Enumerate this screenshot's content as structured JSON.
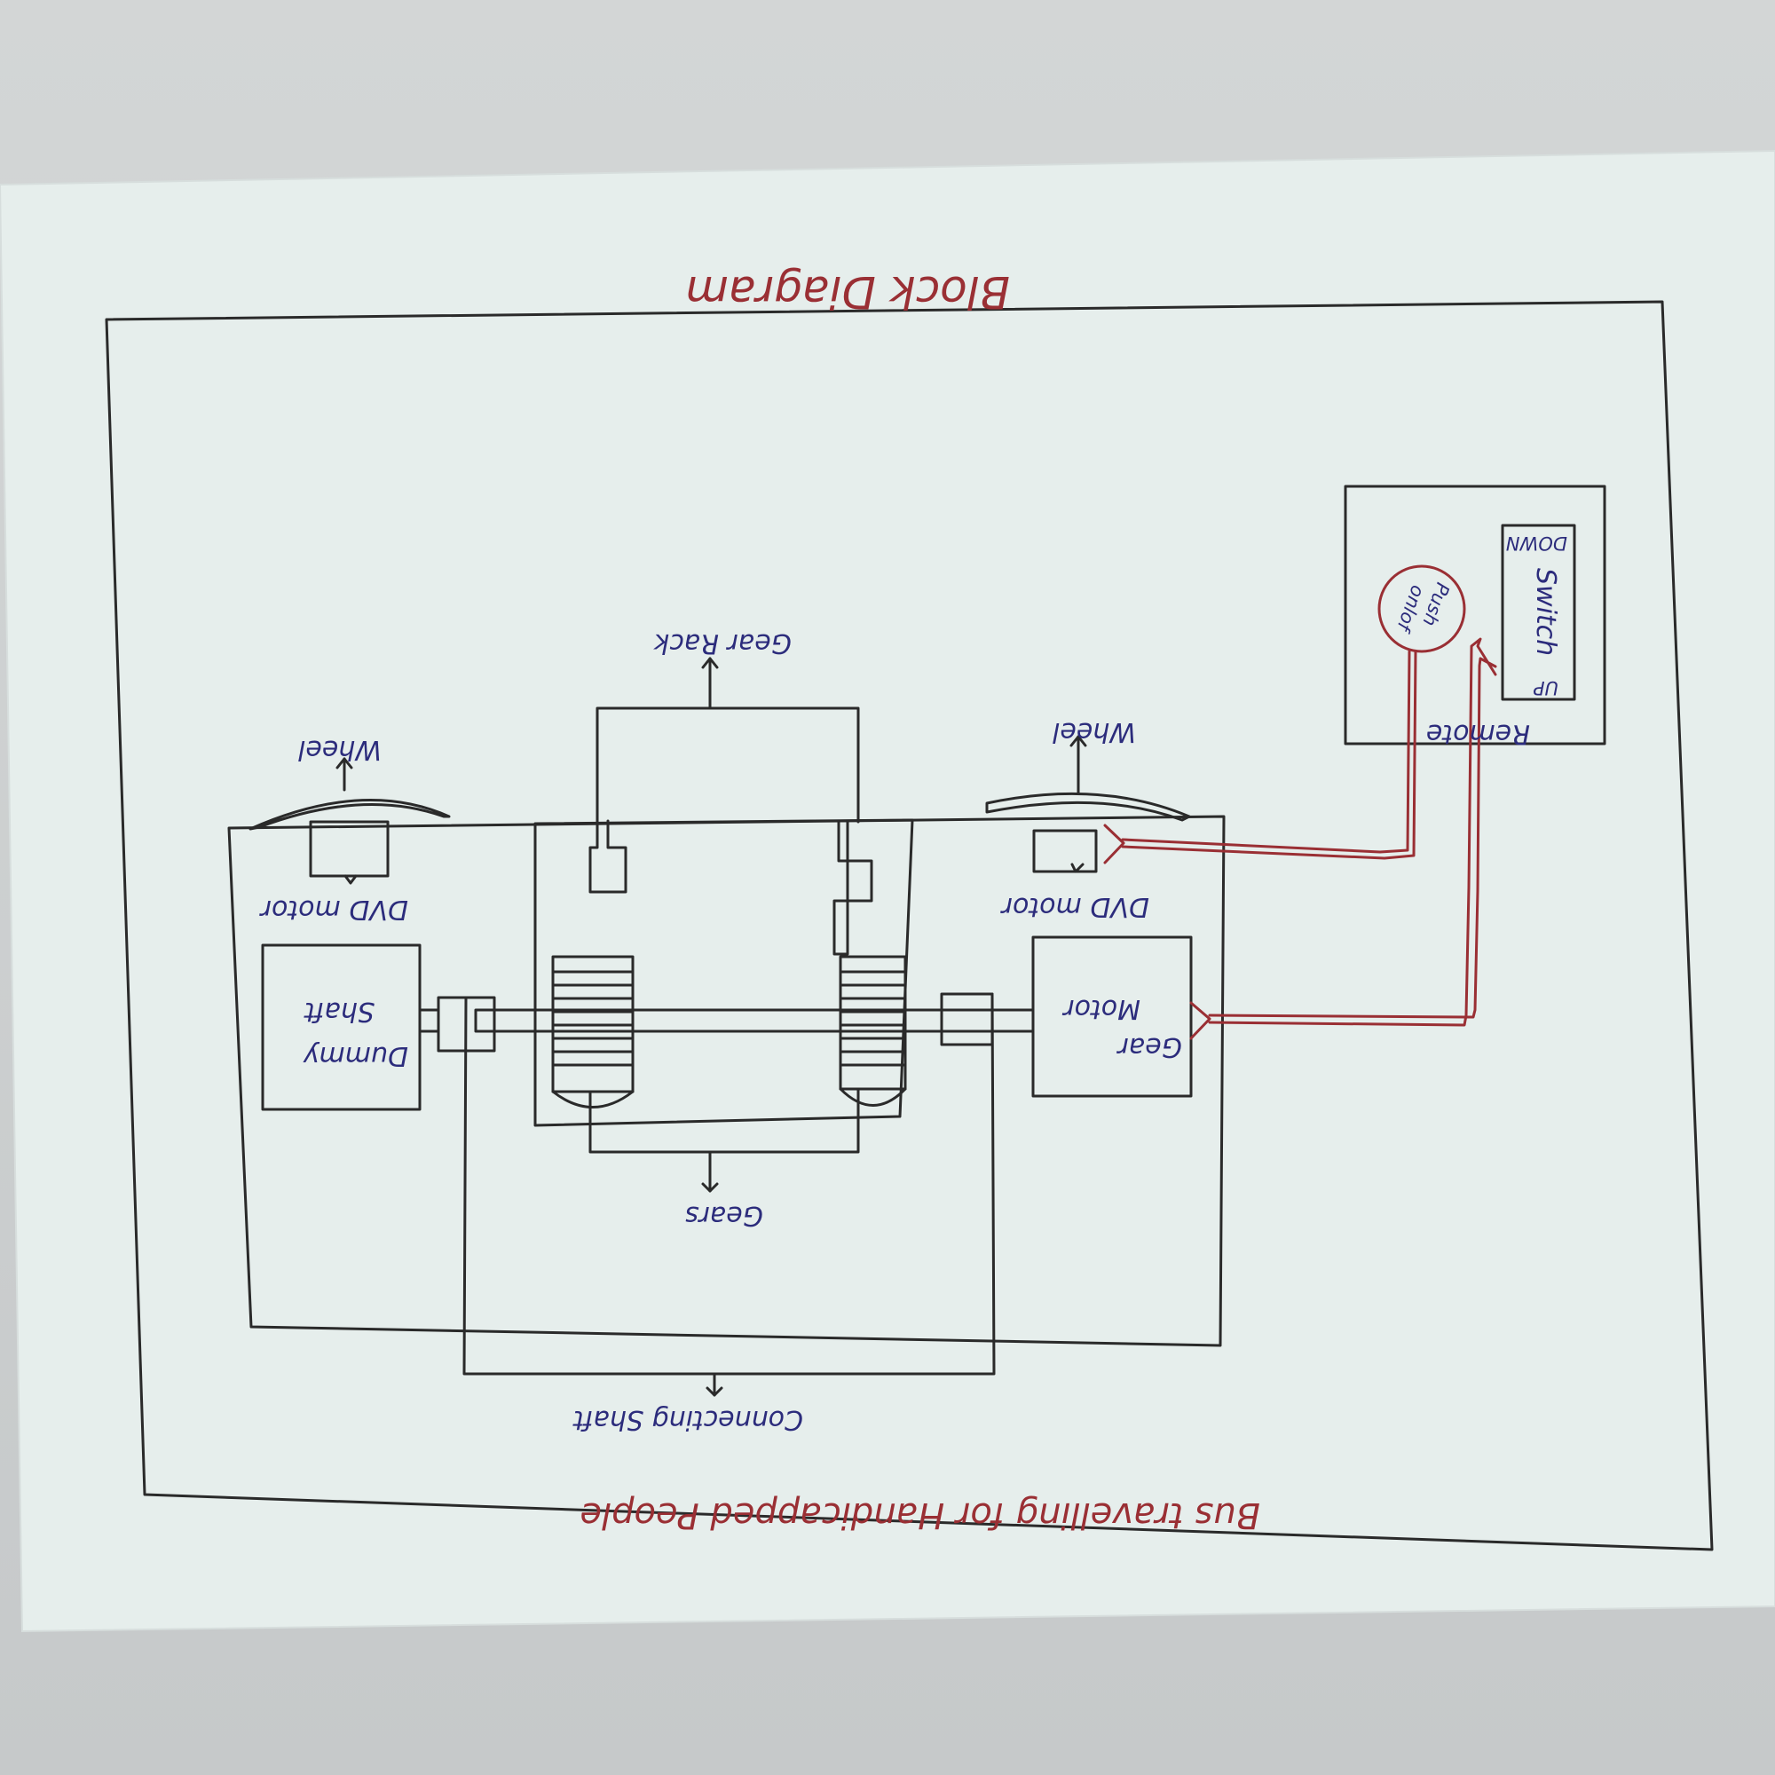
{
  "diagram": {
    "title": "Block Diagram",
    "footer": "Bus travelling for Handicapped People",
    "labels": {
      "gear_rack": "Gear Rack",
      "wheel_left": "Wheel",
      "wheel_right": "Wheel",
      "dvd_motor_left": "DVD motor",
      "dvd_motor_right": "DVD motor",
      "dummy_shaft_line1": "Dummy",
      "dummy_shaft_line2": "Shaft",
      "gear_motor_line1": "Gear",
      "gear_motor_line2": "Motor",
      "gears": "Gears",
      "connecting_shaft": "Connecting Shaft",
      "remote": "Remote",
      "switch": "Switch",
      "switch_up": "UP",
      "switch_down": "DOWN",
      "push_button_line1": "Push",
      "push_button_line2": "onlof"
    },
    "colors": {
      "paper": "#e6eeec",
      "ink": "#2a2a2a",
      "label_blue": "#2c2c7c",
      "title_red": "#9a2f34",
      "wire_red": "#9a2f34"
    }
  }
}
